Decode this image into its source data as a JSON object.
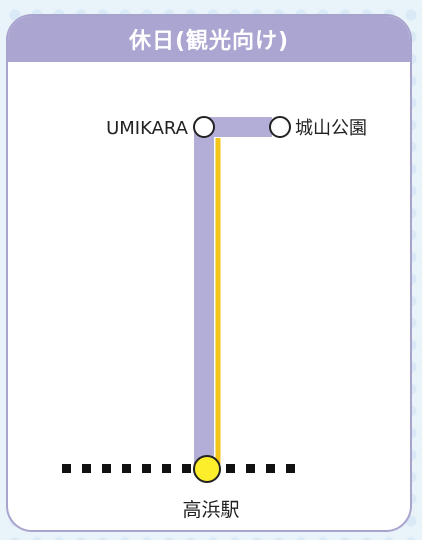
{
  "header": {
    "title": "休日(観光向け)"
  },
  "stations": {
    "umikara": "UMIKARA",
    "shiroyama": "城山公園",
    "takahama": "高浜駅"
  },
  "colors": {
    "header_bg": "#aba5d2",
    "route_line": "#b3aed7",
    "accent_line": "#f4c519",
    "terminal_fill": "#fdee2c",
    "railway": "#111111"
  }
}
